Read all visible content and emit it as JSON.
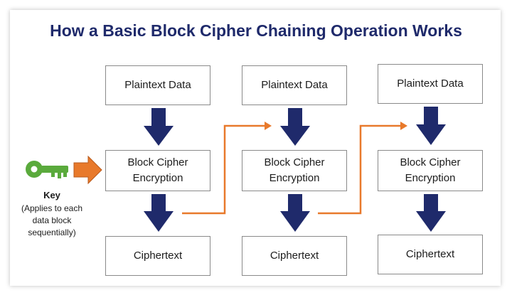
{
  "title": "How a Basic Block Cipher Chaining Operation Works",
  "key": {
    "label": "Key",
    "note": "(Applies to each data block sequentially)"
  },
  "columns": [
    {
      "plaintext": "Plaintext Data",
      "cipher": "Block Cipher Encryption",
      "output": "Ciphertext"
    },
    {
      "plaintext": "Plaintext Data",
      "cipher": "Block Cipher Encryption",
      "output": "Ciphertext"
    },
    {
      "plaintext": "Plaintext Data",
      "cipher": "Block Cipher Encryption",
      "output": "Ciphertext"
    }
  ],
  "colors": {
    "title": "#1f2a6b",
    "down_arrow": "#1f2a6b",
    "chain_arrow": "#e8792b",
    "key": "#5aaa3c"
  }
}
